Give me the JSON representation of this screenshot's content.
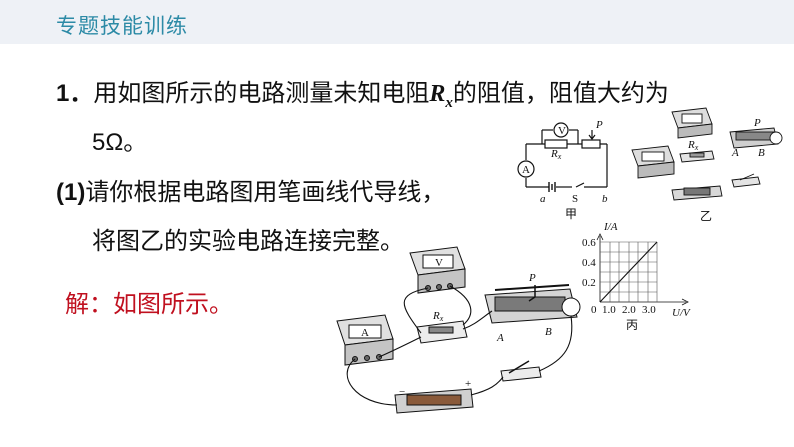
{
  "header": {
    "title": "专题技能训练"
  },
  "question": {
    "number": "1．",
    "text_before": "用如图所示的电路测量未知电阻",
    "rx_symbol": "R",
    "rx_subscript": "x",
    "text_after": "的阻值，阻值大约为",
    "value": "5Ω。"
  },
  "part1": {
    "label": "(1)",
    "line1": "请你根据电路图用笔画线代导线，",
    "line2": "将图乙的实验电路连接完整。"
  },
  "answer": {
    "text": "解：如图所示。"
  },
  "figure_jia": {
    "caption": "甲",
    "V": "V",
    "A": "A",
    "P": "P",
    "Rx": "R",
    "Rx_sub": "x",
    "a": "a",
    "S": "S",
    "b": "b"
  },
  "figure_yi": {
    "caption": "乙",
    "P": "P",
    "A": "A",
    "B": "B",
    "Rx": "R",
    "Rx_sub": "x"
  },
  "figure_bing": {
    "caption": "丙",
    "ylabel": "I/A",
    "xlabel": "U/V",
    "origin": "0",
    "yticks": [
      "0.6",
      "0.4",
      "0.2"
    ],
    "xticks": [
      "1.0",
      "2.0",
      "3.0"
    ]
  },
  "answer_figure": {
    "P": "P",
    "A": "A",
    "B": "B",
    "Rx": "R",
    "Rx_sub": "x",
    "V": "V",
    "Am": "A",
    "minus": "−",
    "plus": "+"
  },
  "colors": {
    "header_text": "#2c8aa6",
    "answer_text": "#c0101f",
    "header_bg": "#eef1f6"
  }
}
